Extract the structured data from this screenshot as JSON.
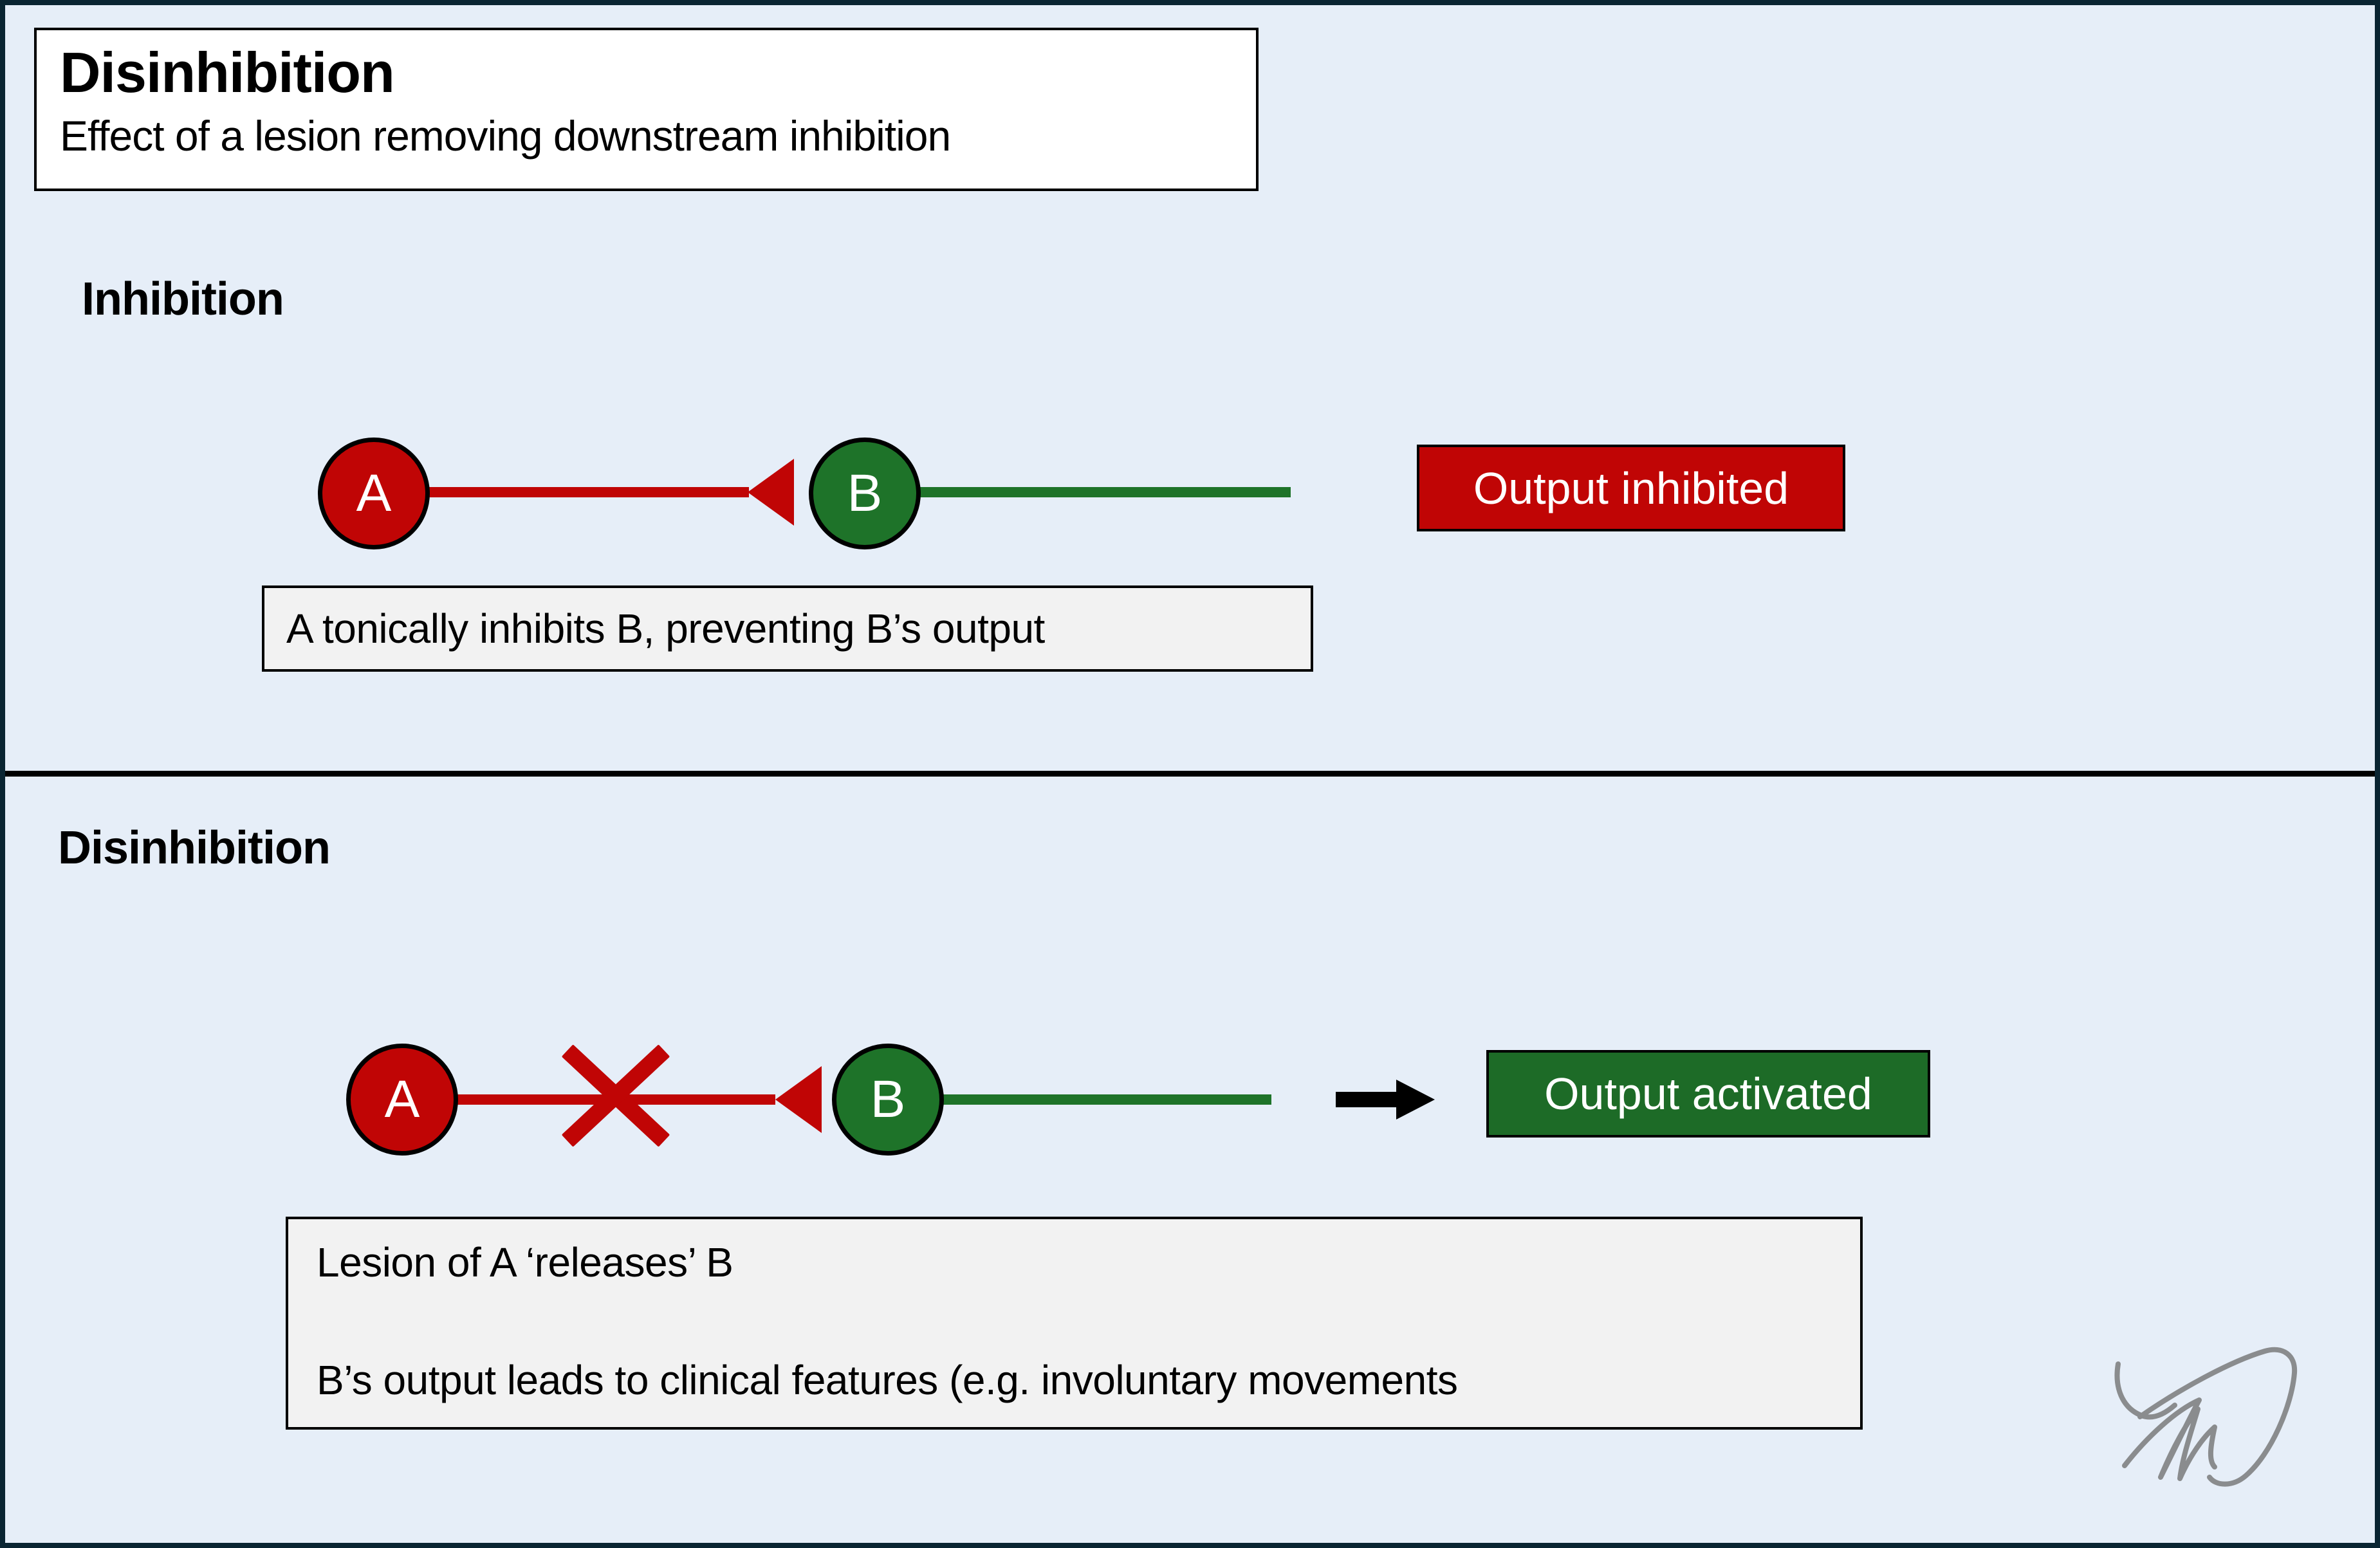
{
  "header": {
    "title": "Disinhibition",
    "subtitle": "Effect of a lesion removing downstream inhibition"
  },
  "inhibition": {
    "heading": "Inhibition",
    "node_a_label": "A",
    "node_b_label": "B",
    "output_label": "Output inhibited",
    "caption": "A tonically inhibits B, preventing B’s output"
  },
  "disinhibition": {
    "heading": "Disinhibition",
    "node_a_label": "A",
    "node_b_label": "B",
    "output_label": "Output activated",
    "caption_line1": "Lesion of A ‘releases’ B",
    "caption_line2": "B’s output leads to clinical features (e.g. involuntary movements"
  },
  "icons": {
    "inhibitory_synapse_icon": "filled triangle terminal abutting target node",
    "lesion_x_icon": "red X crossing the A-to-B connection",
    "flow_arrow_icon": "black right-pointing arrow",
    "signature_scribble": "gray handwritten initials"
  },
  "colors": {
    "background": "#e6eef8",
    "frame": "#0a2532",
    "inhibitory_red": "#c00505",
    "excitatory_green": "#1e7329",
    "output_activated_green": "#1d6b27",
    "output_inhibited_red": "#c00505",
    "caption_background": "#f2f2f2",
    "signature_gray": "#8a8c8e"
  }
}
